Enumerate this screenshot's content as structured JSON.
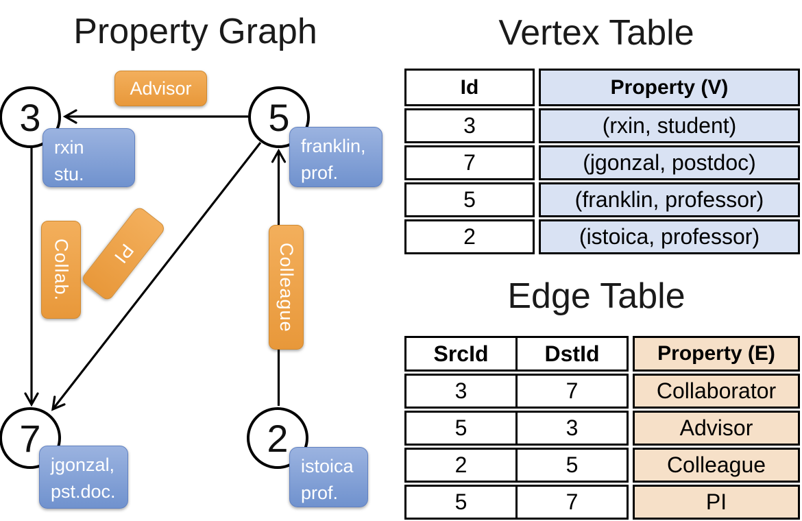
{
  "graph": {
    "title": "Property Graph",
    "nodes": [
      {
        "id": "3",
        "label_line1": "rxin",
        "label_line2": "stu."
      },
      {
        "id": "5",
        "label_line1": "franklin,",
        "label_line2": "prof."
      },
      {
        "id": "7",
        "label_line1": "jgonzal,",
        "label_line2": "pst.doc."
      },
      {
        "id": "2",
        "label_line1": "istoica",
        "label_line2": "prof."
      }
    ],
    "edges": [
      {
        "label": "Advisor",
        "from": "5",
        "to": "3"
      },
      {
        "label": "Collab.",
        "from": "3",
        "to": "7"
      },
      {
        "label": "PI",
        "from": "5",
        "to": "7"
      },
      {
        "label": "Colleague",
        "from": "2",
        "to": "5"
      }
    ]
  },
  "vertex_table": {
    "title": "Vertex Table",
    "col_id": "Id",
    "col_property": "Property (V)",
    "rows": [
      {
        "id": "3",
        "property": "(rxin, student)"
      },
      {
        "id": "7",
        "property": "(jgonzal, postdoc)"
      },
      {
        "id": "5",
        "property": "(franklin, professor)"
      },
      {
        "id": "2",
        "property": "(istoica, professor)"
      }
    ]
  },
  "edge_table": {
    "title": "Edge Table",
    "col_src": "SrcId",
    "col_dst": "DstId",
    "col_property": "Property (E)",
    "rows": [
      {
        "src": "3",
        "dst": "7",
        "property": "Collaborator"
      },
      {
        "src": "5",
        "dst": "3",
        "property": "Advisor"
      },
      {
        "src": "2",
        "dst": "5",
        "property": "Colleague"
      },
      {
        "src": "5",
        "dst": "7",
        "property": "PI"
      }
    ]
  },
  "colors": {
    "edge_label_orange_top": "#F3AF5C",
    "edge_label_orange_bottom": "#E8983A",
    "property_box_blue_top": "#9BB3E0",
    "property_box_blue_bottom": "#7092CE",
    "vertex_property_bg": "#D9E2F3",
    "edge_property_bg": "#F6E0C8",
    "line_color": "#000000"
  }
}
